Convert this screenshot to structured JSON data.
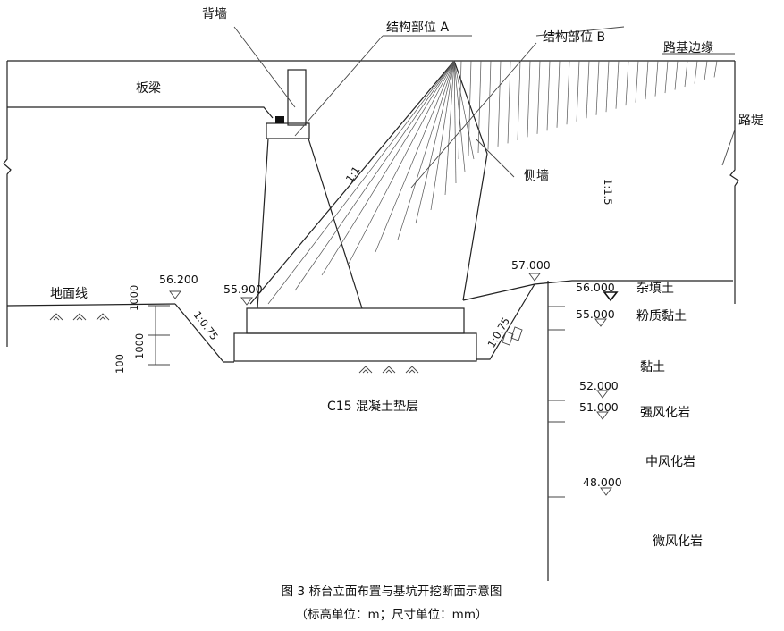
{
  "labels": {
    "back_wall": "背墙",
    "structure_a": "结构部位 A",
    "structure_b": "结构部位 B",
    "roadbed_edge": "路基边缘",
    "slab_beam": "板梁",
    "embankment": "路堤",
    "side_wall": "侧墙",
    "ground_line": "地面线",
    "cushion": "C15 混凝土垫层"
  },
  "slopes": {
    "slope_1_1": "1:1",
    "slope_1_15": "1:1.5",
    "slope_left": "1:0.75",
    "slope_right": "1:0.75"
  },
  "elevations": {
    "e56200": "56.200",
    "e55900": "55.900",
    "e57000": "57.000",
    "e56000": "56.000",
    "e55000": "55.000",
    "e52000": "52.000",
    "e51000": "51.000",
    "e48000": "48.000"
  },
  "dimensions": {
    "d1": "1000",
    "d2": "1000",
    "d3": "100"
  },
  "strata": {
    "s1": "杂填土",
    "s2": "粉质黏土",
    "s3": "黏土",
    "s4": "强风化岩",
    "s5": "中风化岩",
    "s6": "微风化岩"
  },
  "caption": {
    "title": "图 3  桥台立面布置与基坑开挖断面示意图",
    "units": "（标高单位：m；尺寸单位：mm）"
  }
}
